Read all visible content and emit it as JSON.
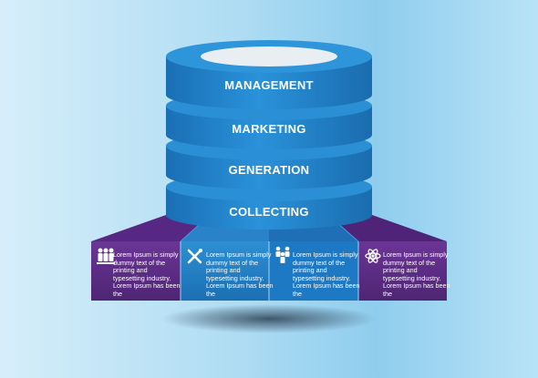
{
  "layers": [
    {
      "label": "MANAGEMENT"
    },
    {
      "label": "MARKETING"
    },
    {
      "label": "GENERATION"
    },
    {
      "label": "COLLECTING"
    }
  ],
  "panels": [
    {
      "icon": "people-icon",
      "text": "Lorem Ipsum is simply dummy text of the printing and typesetting industry. Lorem Ipsum has been the",
      "color": "#7b3aa0"
    },
    {
      "icon": "tools-icon",
      "text": "Lorem Ipsum is simply dummy text of the printing and typesetting industry. Lorem Ipsum has been the",
      "color": "#2a9ad8"
    },
    {
      "icon": "team-icon",
      "text": "Lorem Ipsum is simply dummy text of the printing and typesetting industry. Lorem Ipsum has been the",
      "color": "#1d7fc9"
    },
    {
      "icon": "atom-icon",
      "text": "Lorem Ipsum is simply dummy text of the printing and typesetting industry. Lorem Ipsum has been the",
      "color": "#6a2f8f"
    }
  ],
  "colors": {
    "disk_top": "#2b8fd6",
    "disk_side": "#1f79c0",
    "platform_purple": "#5a2a80",
    "platform_blue": "#2a86c8"
  }
}
